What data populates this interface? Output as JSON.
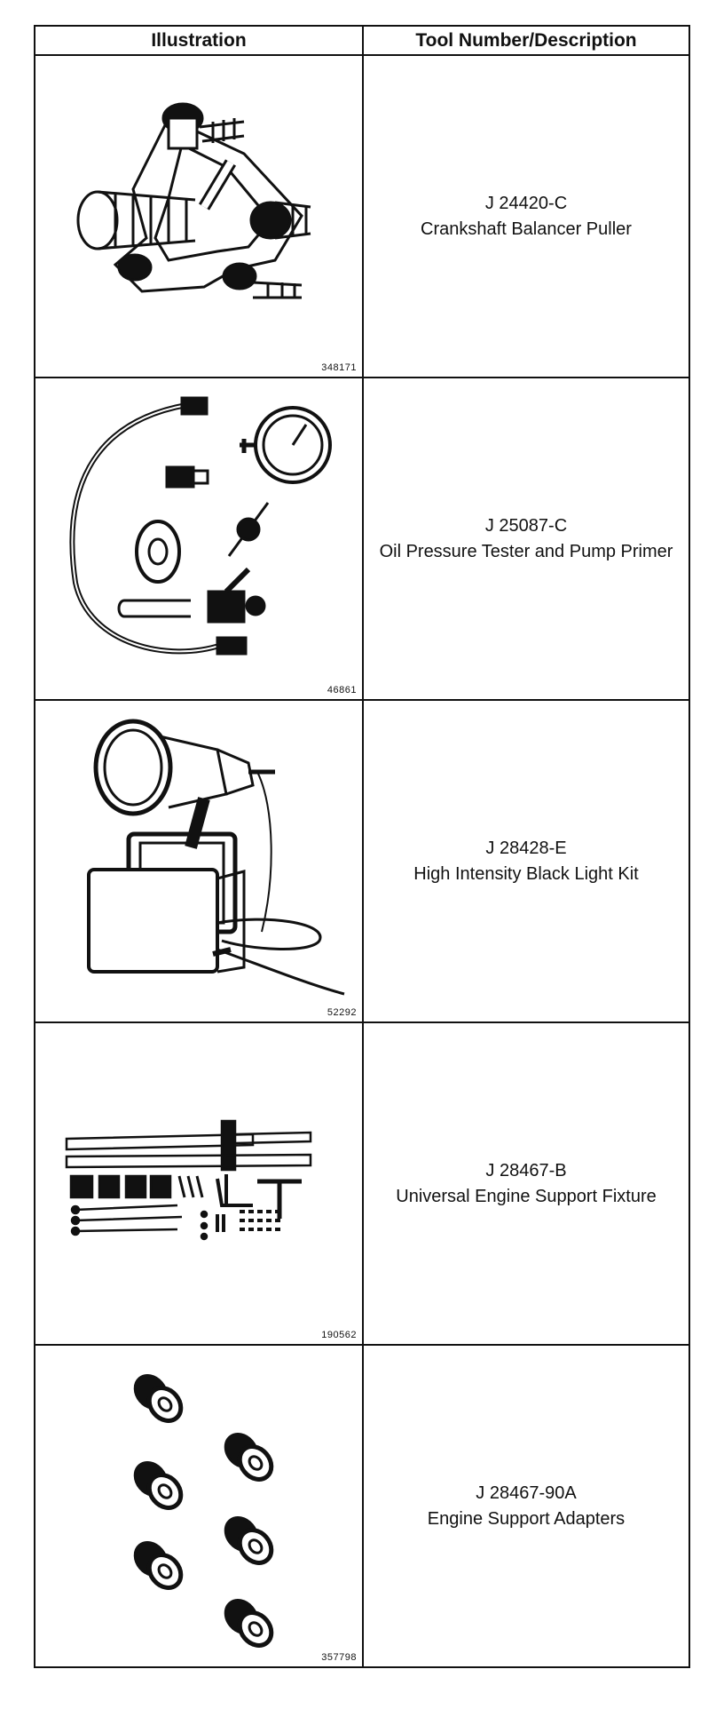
{
  "table": {
    "headers": {
      "illustration": "Illustration",
      "tool": "Tool Number/Description"
    },
    "rows": [
      {
        "fig": "348171",
        "number": "J 24420-C",
        "name": "Crankshaft Balancer Puller",
        "icon": "balancer-puller-icon"
      },
      {
        "fig": "46861",
        "number": "J 25087-C",
        "name": "Oil Pressure Tester and Pump Primer",
        "icon": "pressure-tester-icon"
      },
      {
        "fig": "52292",
        "number": "J 28428-E",
        "name": "High Intensity Black Light Kit",
        "icon": "black-light-icon"
      },
      {
        "fig": "190562",
        "number": "J 28467-B",
        "name": "Universal Engine Support Fixture",
        "icon": "support-fixture-icon"
      },
      {
        "fig": "357798",
        "number": "J 28467-90A",
        "name": "Engine Support Adapters",
        "icon": "adapters-icon"
      }
    ]
  }
}
